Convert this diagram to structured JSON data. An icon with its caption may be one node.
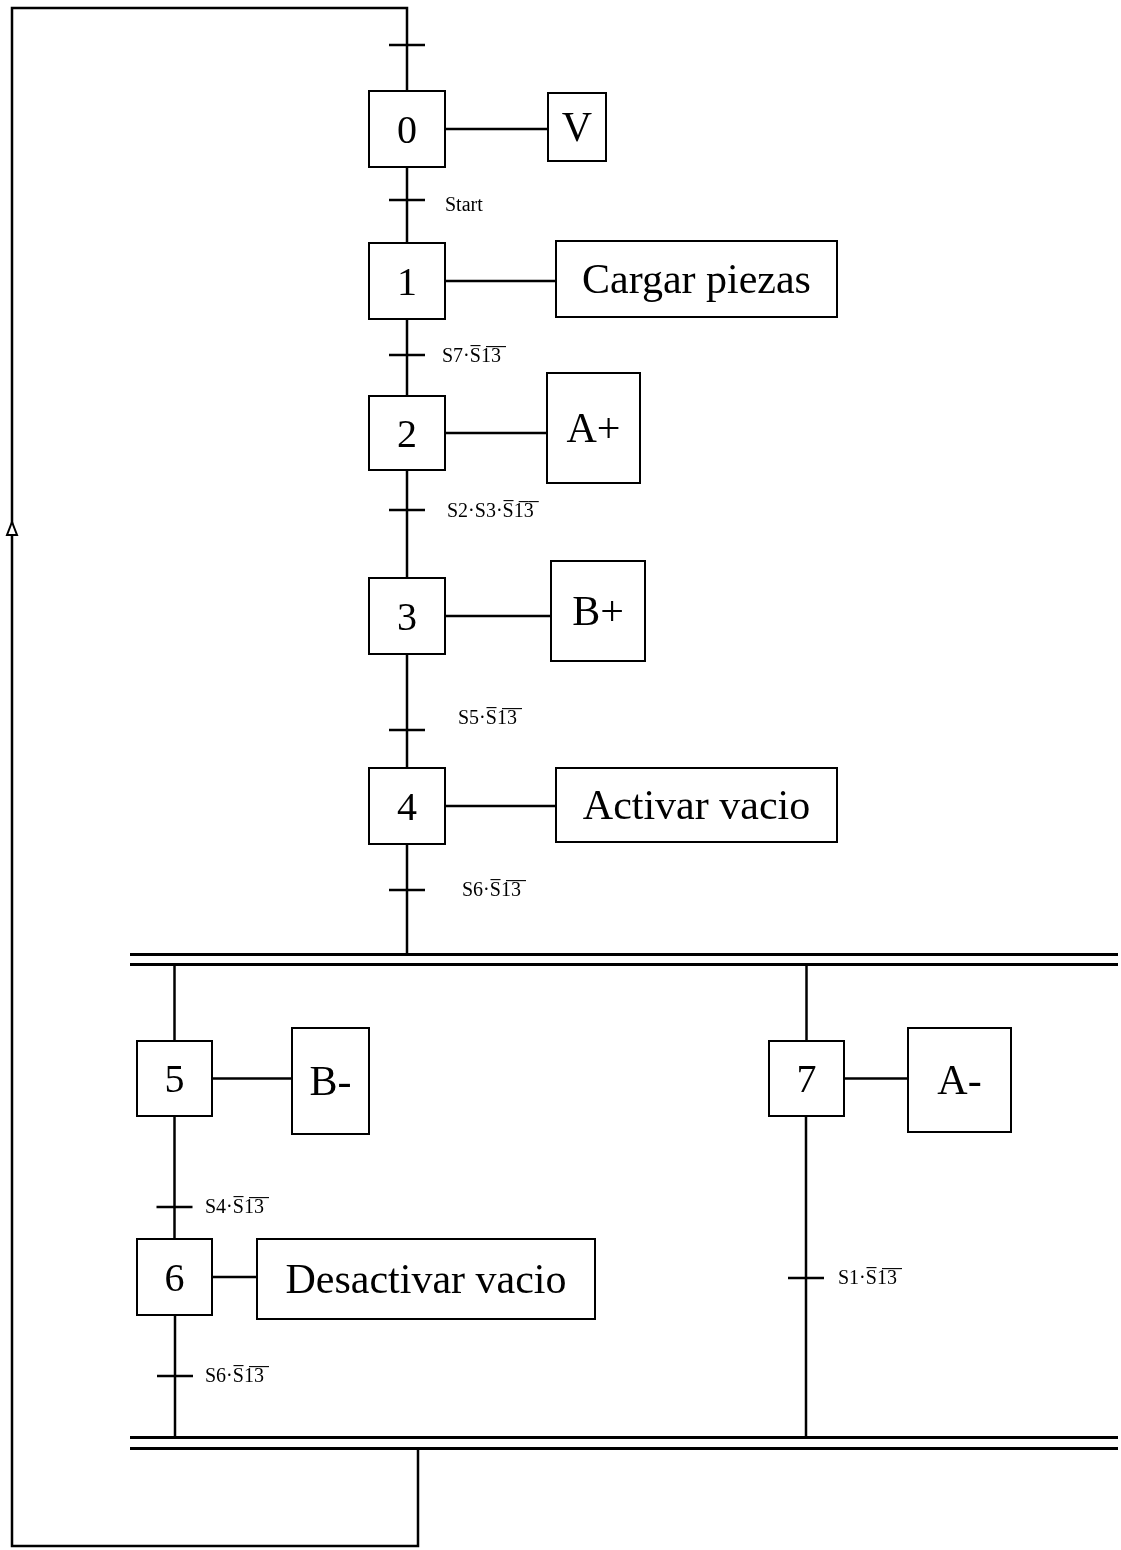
{
  "diagram": {
    "nodes": [
      {
        "text": [
          "0"
        ]
      },
      {
        "text": [
          "V"
        ]
      },
      {
        "text": [
          "1"
        ]
      },
      {
        "text": [
          "Cargar piezas"
        ]
      },
      {
        "text": [
          "2"
        ]
      },
      {
        "text": [
          "A+"
        ]
      },
      {
        "text": [
          "3"
        ]
      },
      {
        "text": [
          "B+"
        ]
      },
      {
        "text": [
          "4"
        ]
      },
      {
        "text": [
          "Activar vacio"
        ]
      },
      {
        "text": [],
        "shape": "bar"
      },
      {
        "text": [
          "5"
        ]
      },
      {
        "text": [
          "B-"
        ]
      },
      {
        "text": [
          "7"
        ]
      },
      {
        "text": [
          "A-"
        ]
      },
      {
        "text": [
          "6"
        ]
      },
      {
        "text": [
          "Desactivar vacio"
        ]
      },
      {
        "text": [],
        "shape": "bar"
      }
    ],
    "edges": [
      {
        "from": 0,
        "to": 2,
        "arrow": "none",
        "label": "Start"
      },
      {
        "from": 2,
        "to": 4,
        "arrow": "none",
        "label": "S7·S̅1̅3̅"
      },
      {
        "from": 4,
        "to": 6,
        "arrow": "none",
        "label": "S2·S3·S̅1̅3̅"
      },
      {
        "from": 6,
        "to": 8,
        "arrow": "none",
        "label": "S5·S̅1̅3̅"
      },
      {
        "from": 8,
        "to": 10,
        "arrow": "none",
        "label": "S6·S̅1̅3̅"
      },
      {
        "from": 10,
        "to": 11,
        "arrow": "none"
      },
      {
        "from": 10,
        "to": 13,
        "arrow": "none"
      },
      {
        "from": 11,
        "to": 15,
        "arrow": "none",
        "label": "S4·S̅1̅3̅"
      },
      {
        "from": 15,
        "to": 17,
        "arrow": "none",
        "label": "S6·S̅1̅3̅"
      },
      {
        "from": 13,
        "to": 17,
        "arrow": "none",
        "label": "S1·S̅1̅3̅"
      },
      {
        "from": 17,
        "to": 0,
        "arrow": "to"
      },
      {
        "from": 0,
        "to": 1,
        "arrow": "none"
      },
      {
        "from": 2,
        "to": 3,
        "arrow": "none"
      },
      {
        "from": 4,
        "to": 5,
        "arrow": "none"
      },
      {
        "from": 6,
        "to": 7,
        "arrow": "none"
      },
      {
        "from": 8,
        "to": 9,
        "arrow": "none"
      },
      {
        "from": 11,
        "to": 12,
        "arrow": "none"
      },
      {
        "from": 13,
        "to": 14,
        "arrow": "none"
      },
      {
        "from": 15,
        "to": 16,
        "arrow": "none"
      }
    ]
  }
}
